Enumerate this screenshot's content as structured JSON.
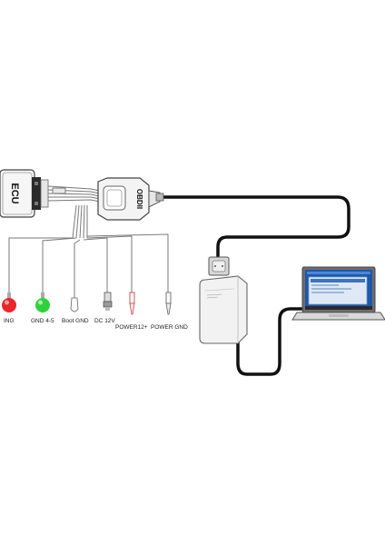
{
  "ecu": {
    "label": "ECU"
  },
  "obd": {
    "label": "OBDII"
  },
  "leads": [
    {
      "label": "ING",
      "kind": "led",
      "color": "#e8262b"
    },
    {
      "label": "GND 4-5",
      "kind": "led",
      "color": "#2fd13c"
    },
    {
      "label": "Boot GND",
      "kind": "probe-white"
    },
    {
      "label": "DC 12V",
      "kind": "barrel"
    },
    {
      "label": "POWER12+",
      "kind": "probe-red"
    },
    {
      "label": "POWER GND",
      "kind": "probe-grey"
    }
  ],
  "colors": {
    "cable": "#111111",
    "wire": "#7a7a7a",
    "device_body": "#f2f2f2",
    "laptop_frame": "#6e6e6e",
    "screen_bg": "#1d57a8",
    "screen_window": "#dfe8f4"
  }
}
